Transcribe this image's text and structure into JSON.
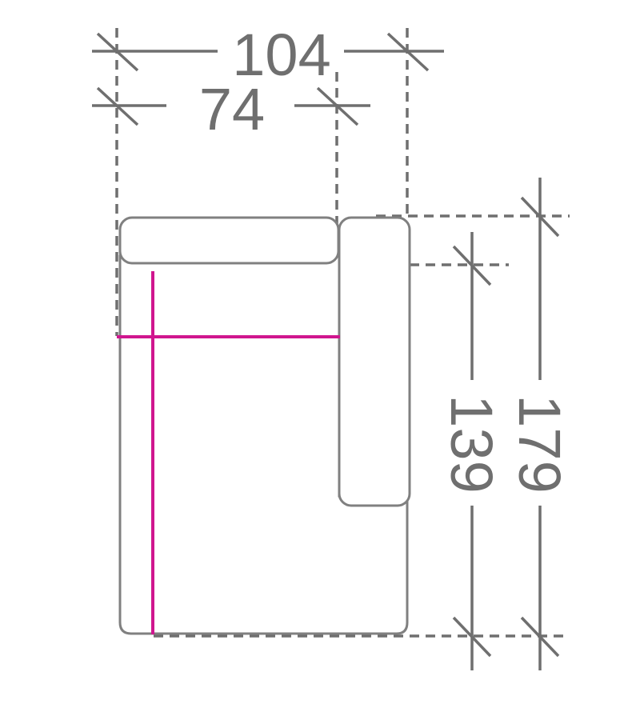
{
  "dimensions": {
    "overall_width": "104",
    "seat_width": "74",
    "seat_depth": "139",
    "overall_depth": "179"
  },
  "colors": {
    "line": "#6f6f6f",
    "outline": "#808080",
    "highlight": "#d0168f"
  }
}
